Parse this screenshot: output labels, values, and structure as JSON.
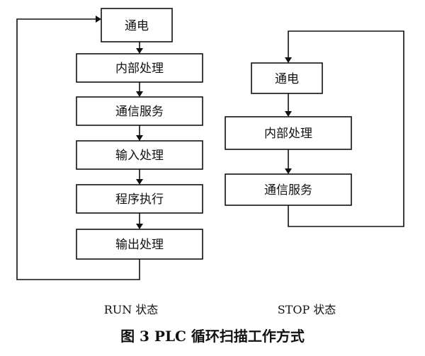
{
  "run": {
    "steps": [
      "通电",
      "内部处理",
      "通信服务",
      "输入处理",
      "程序执行",
      "输出处理"
    ],
    "state_label": "RUN 状态"
  },
  "stop": {
    "steps": [
      "通电",
      "内部处理",
      "通信服务"
    ],
    "state_label": "STOP 状态"
  },
  "caption": "图 3 PLC 循环扫描工作方式"
}
